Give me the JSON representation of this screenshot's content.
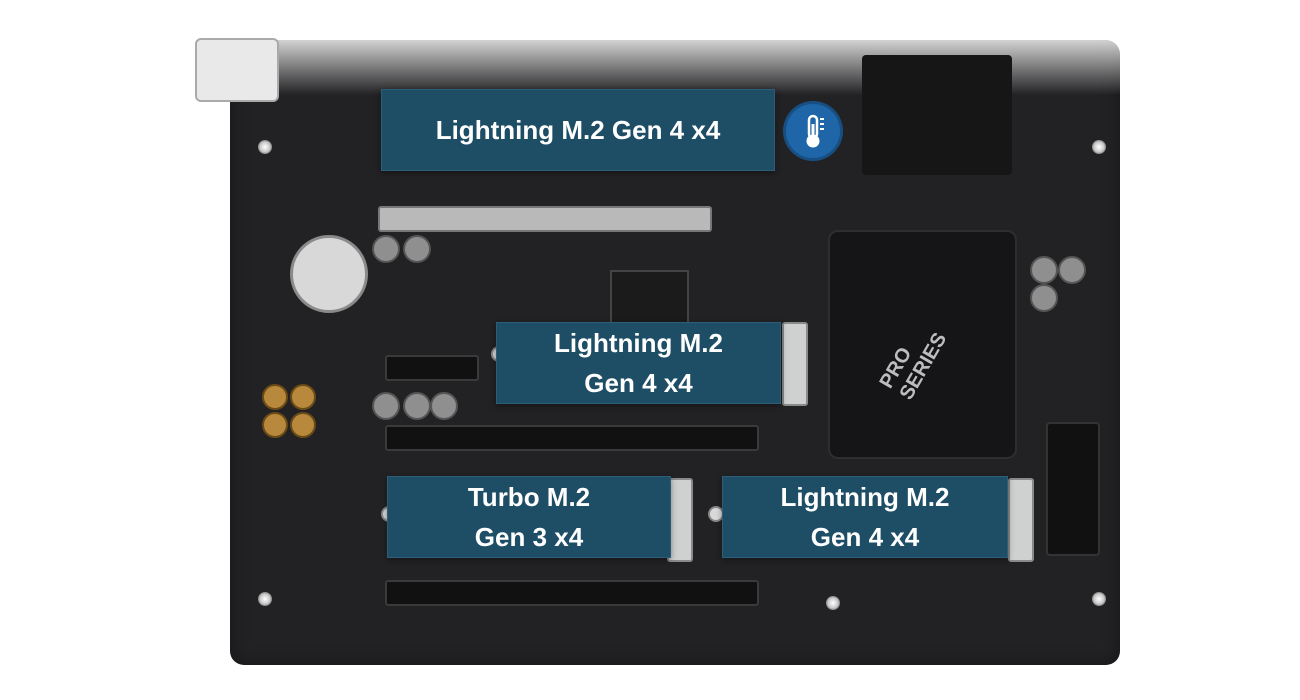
{
  "board": {
    "pro_series_text": "PRO\nSERIES"
  },
  "slots": [
    {
      "label": "Lightning M.2 Gen 4 x4",
      "name": "m2-slot-top"
    },
    {
      "label": "Lightning M.2\nGen 4 x4",
      "name": "m2-slot-middle"
    },
    {
      "label": "Turbo M.2\nGen 3 x4",
      "name": "m2-slot-bottom-left"
    },
    {
      "label": "Lightning M.2\nGen 4 x4",
      "name": "m2-slot-bottom-right"
    }
  ],
  "icons": {
    "thermal": "thermometer-icon"
  },
  "colors": {
    "label_bg": "#1e4d66",
    "label_text": "#ffffff",
    "thermal_badge": "#1f66a8",
    "board": "#222224"
  }
}
